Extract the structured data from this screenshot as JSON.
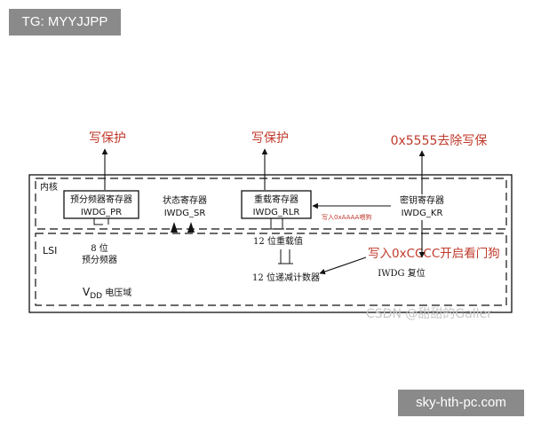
{
  "tag_label": "TG: MYYJJPP",
  "site_label": "sky-hth-pc.com",
  "watermark": "CSDN @甜甜的Galler",
  "annotations": {
    "pr_write_protect": "写保护",
    "rlr_write_protect": "写保护",
    "kr_remove_protect": "0x5555去除写保",
    "aaaa_feed": "写入0xAAAA喂狗",
    "cccc_start": "写入0xCCCC开启看门狗"
  },
  "regions": {
    "core": "内核",
    "lsi": "LSI",
    "vdd_main": "V",
    "vdd_sub": "DD",
    "vdd_suffix": " 电压域"
  },
  "registers": {
    "prescaler_title": "预分频器寄存器",
    "prescaler_name": "IWDG_PR",
    "status_title": "状态寄存器",
    "status_name": "IWDG_SR",
    "reload_title": "重载寄存器",
    "reload_name": "IWDG_RLR",
    "key_title": "密钥寄存器",
    "key_name": "IWDG_KR"
  },
  "blocks": {
    "prescaler_bits": "8 位",
    "prescaler_label": "预分频器",
    "reload_value": "12 位重载值",
    "counter": "12 位递减计数器",
    "reset": "IWDG 复位"
  }
}
